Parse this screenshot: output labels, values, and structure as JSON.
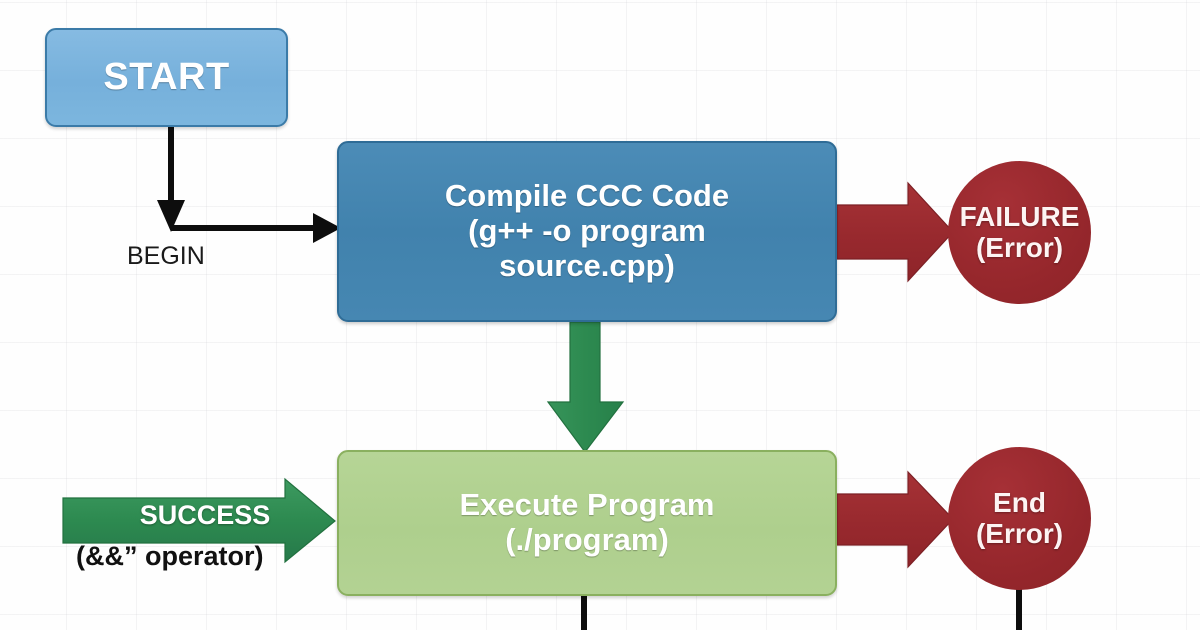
{
  "diagram": {
    "title": "C++ compile and execute flowchart",
    "background": "#fefefe",
    "nodes": {
      "start": {
        "label": "START",
        "shape": "rounded-rect",
        "color": "#7cb6de"
      },
      "compile": {
        "line1": "Compile CCC Code",
        "line2": "(g++ -o program",
        "line3": "source.cpp)",
        "shape": "rounded-rect",
        "color": "#4182ad"
      },
      "failure": {
        "line1": "FAILURE",
        "line2": "(Error)",
        "shape": "circle",
        "color": "#96272c"
      },
      "execute": {
        "line1": "Execute Program",
        "line2": "(./program)",
        "shape": "rounded-rect",
        "color": "#aecf8d"
      },
      "end": {
        "line1": "End",
        "line2": "(Error)",
        "shape": "circle",
        "color": "#96272c"
      }
    },
    "edges": {
      "begin": {
        "label": "BEGIN",
        "color": "#000000",
        "style": "elbow-arrow"
      },
      "compile_to_failure": {
        "label": "",
        "color": "#9b2b2f",
        "style": "block-arrow"
      },
      "compile_to_execute": {
        "label": "",
        "color": "#2f8a50",
        "style": "block-arrow"
      },
      "success": {
        "label": "SUCCESS",
        "sublabel": "(&&” operator)",
        "color": "#2d8a52",
        "style": "block-arrow"
      },
      "execute_to_end": {
        "label": "",
        "color": "#9b2b2f",
        "style": "block-arrow"
      },
      "execute_down": {
        "label": "",
        "color": "#000000",
        "style": "line"
      },
      "end_down": {
        "label": "",
        "color": "#000000",
        "style": "line"
      }
    }
  }
}
